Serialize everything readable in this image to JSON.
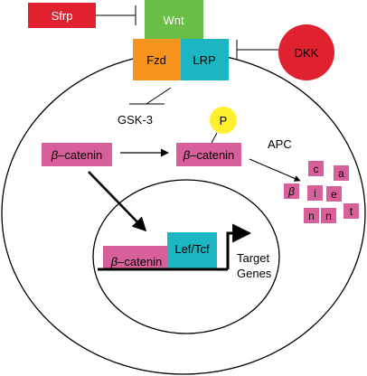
{
  "colors": {
    "wnt": "#6ABD45",
    "fzd": "#F7941D",
    "lrp": "#1BB6C1",
    "sfrp": "#E0212F",
    "dkk": "#E0212F",
    "phospho": "#FFEF2E",
    "catenin": "#D7609B",
    "line": "#000000"
  },
  "labels": {
    "sfrp": "Sfrp",
    "wnt": "Wnt",
    "fzd": "Fzd",
    "lrp": "LRP",
    "dkk": "DKK",
    "gsk3": "GSK-3",
    "phospho": "P",
    "apc": "APC",
    "beta": "β",
    "catenin_suffix": "–catenin",
    "lef_tcf": "Lef/Tcf",
    "target_line1": "Target",
    "target_line2": "Genes"
  },
  "fragments": [
    "c",
    "a",
    "β",
    "i",
    "e",
    "n",
    "n",
    "t"
  ]
}
